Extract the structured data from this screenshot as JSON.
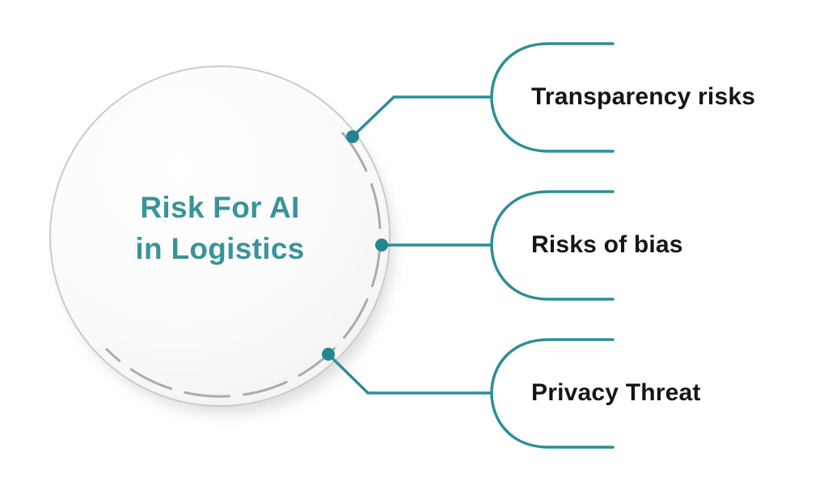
{
  "diagram": {
    "type": "mindmap",
    "center": {
      "title_line1": "Risk For AI",
      "title_line2": "in Logistics"
    },
    "branches": [
      {
        "label": "Transparency risks"
      },
      {
        "label": "Risks of bias"
      },
      {
        "label": "Privacy Threat"
      }
    ]
  },
  "colors": {
    "teal_line": "#2D8E95",
    "teal_text": "#39939B",
    "dot_fill": "#24868D",
    "label_text": "#161616",
    "circle_border": "#CBCBCB",
    "inner_arc": "#ABABAB",
    "shadow": "#DCDCDC",
    "background": "#FFFFFF"
  }
}
